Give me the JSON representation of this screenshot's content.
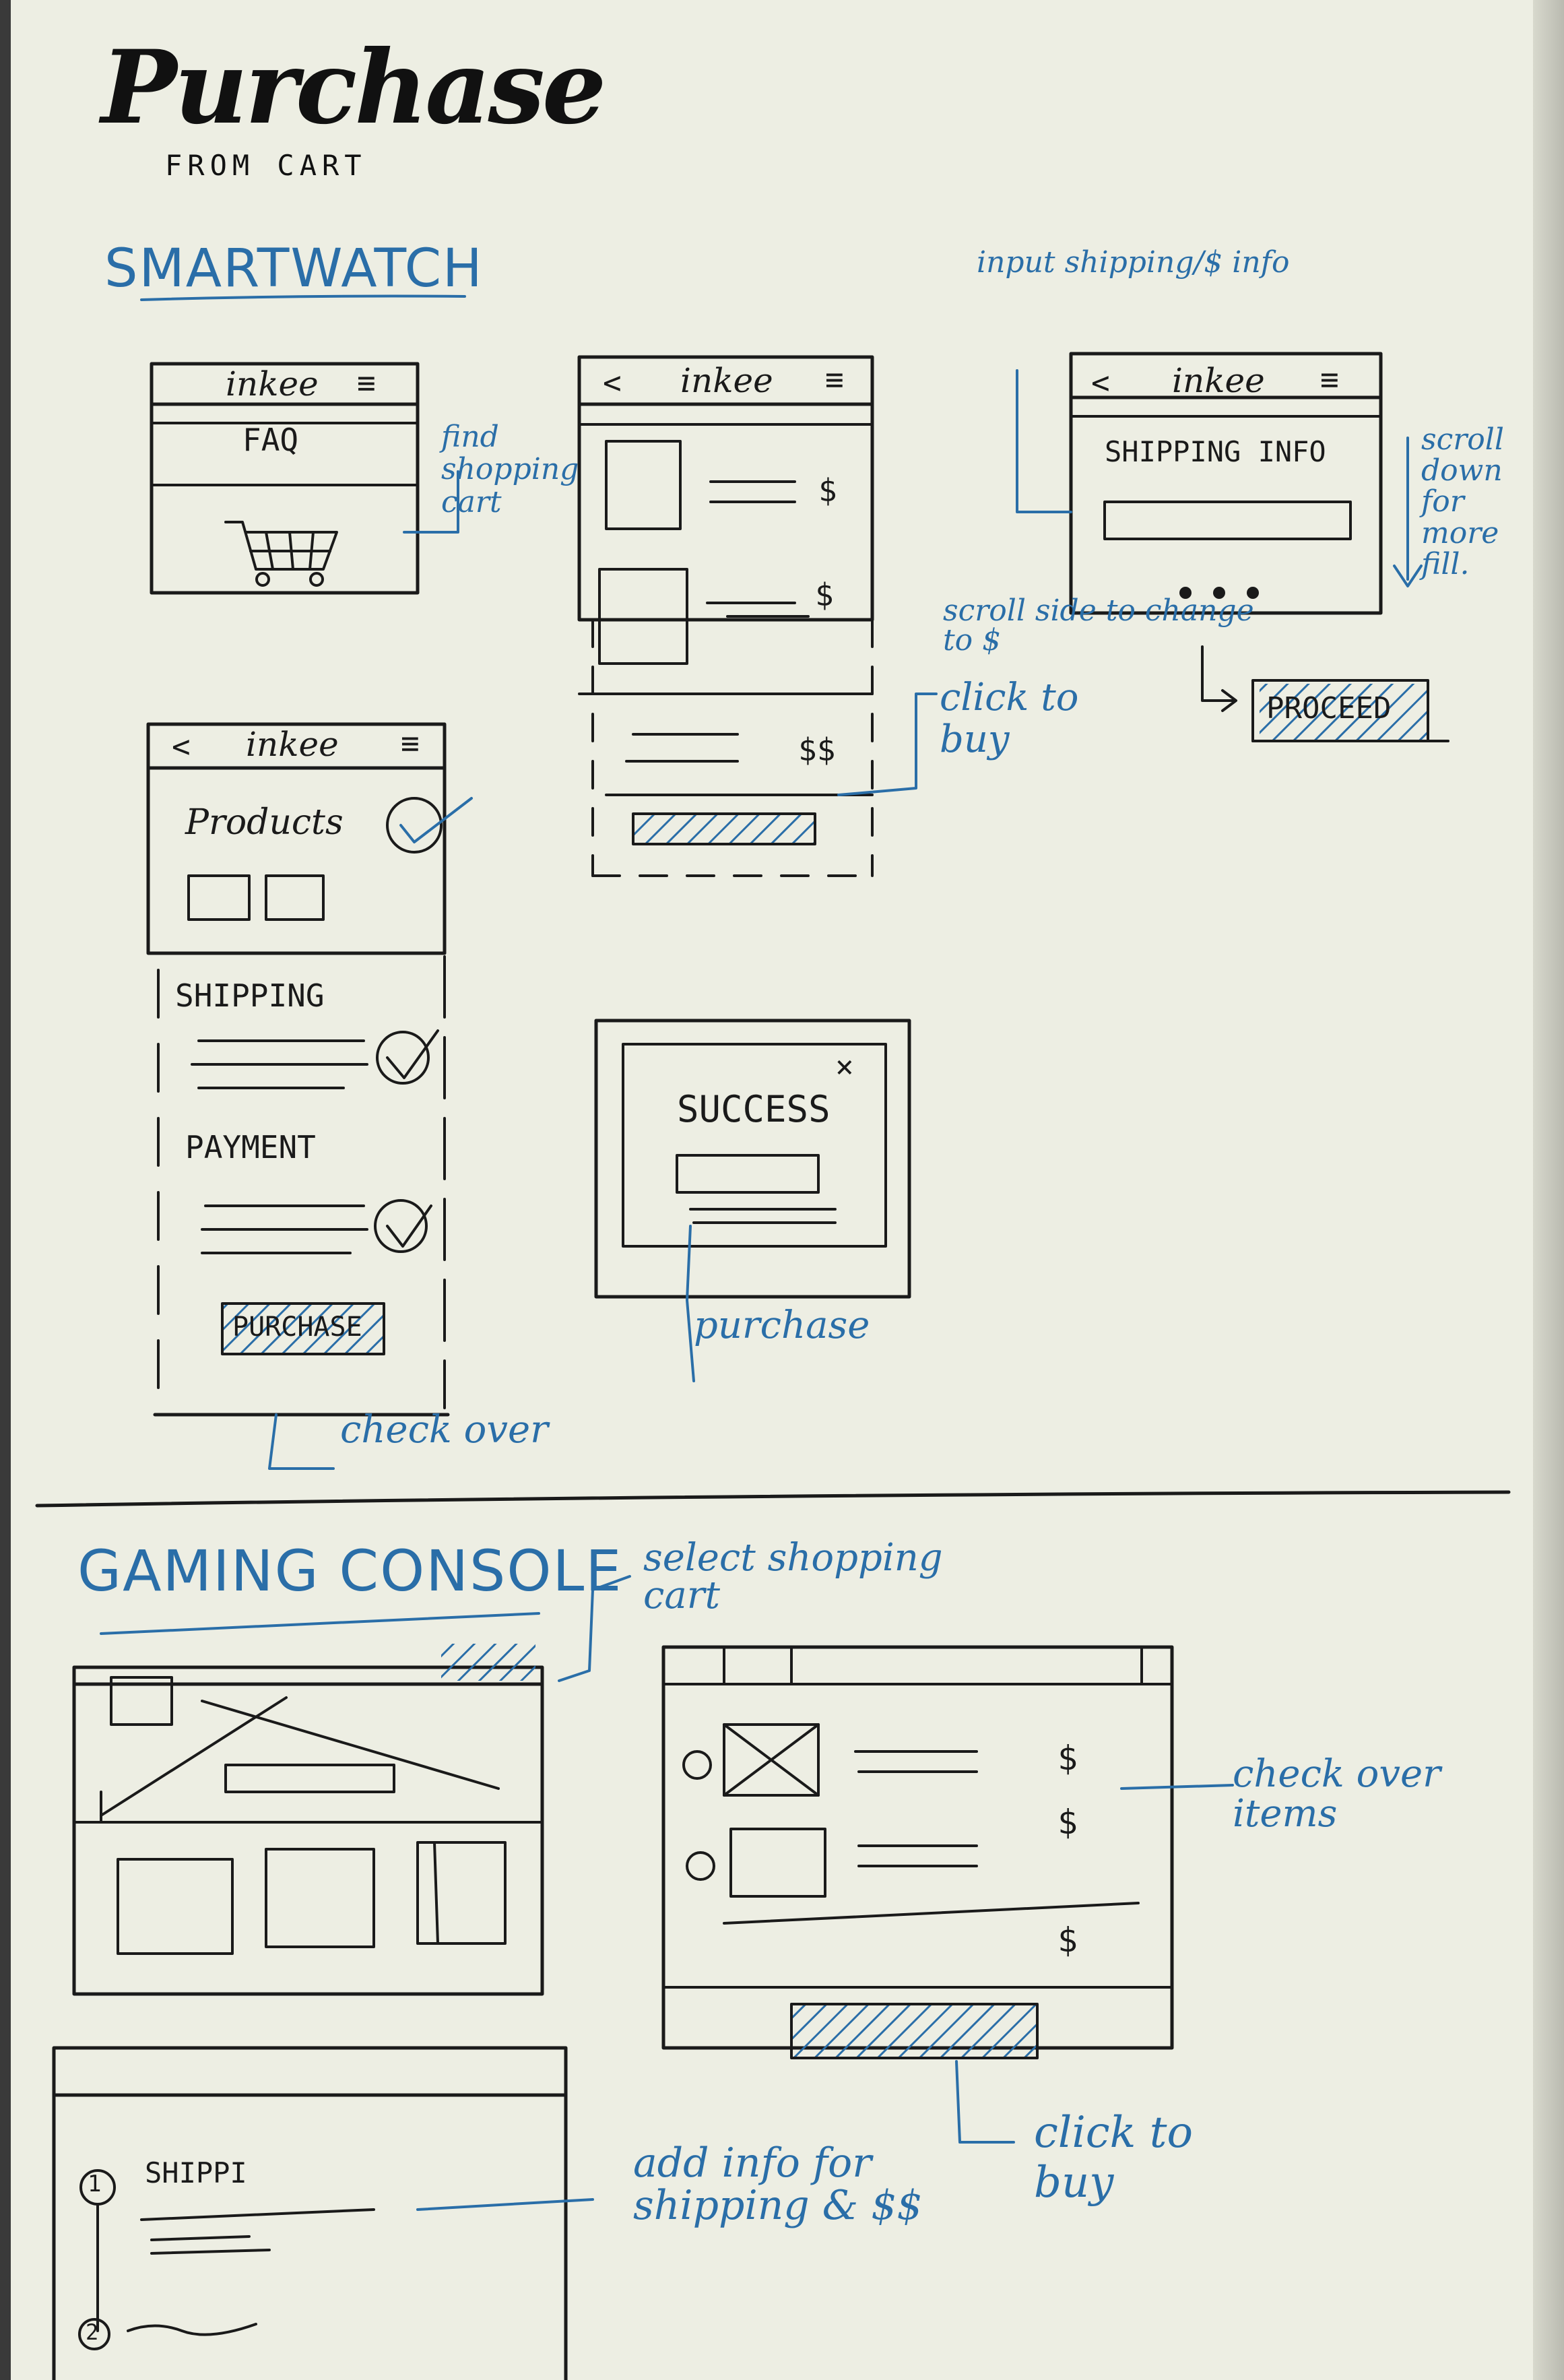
{
  "title": "Purchase",
  "subtitle": "FROM CART",
  "sections": {
    "smartwatch": "SMARTWATCH",
    "gaming_console": "GAMING CONSOLE"
  },
  "wireframe": {
    "brand": "inkee",
    "back_glyph": "<",
    "menu_glyph": "≡",
    "faq": "FAQ",
    "products": "Products",
    "shipping": "SHIPPING",
    "payment": "PAYMENT",
    "purchase_button": "PURCHASE",
    "success": "SUCCESS",
    "close_glyph": "×",
    "shipping_info": "SHIPPING INFO",
    "proceed_button": "PROCEED",
    "price": "$",
    "total_price": "$$",
    "step1": "1",
    "step2": "2",
    "shipping_short": "SHIPPI"
  },
  "annotations": {
    "find_cart": "find shopping cart",
    "click_to_buy": "click to buy",
    "input_shipping": "input shipping/$ info",
    "scroll_down": "scroll down for more fill.",
    "scroll_side": "scroll side to change to $",
    "check_over": "check over",
    "purchase": "purchase",
    "select_cart": "select shopping cart",
    "check_over_items": "check over items",
    "click_to_buy_2": "click to buy",
    "add_info": "add info for shipping & $$"
  },
  "colors": {
    "paper": "#edeee3",
    "ink": "#1a1a1a",
    "pen_blue": "#2a6ea8"
  }
}
